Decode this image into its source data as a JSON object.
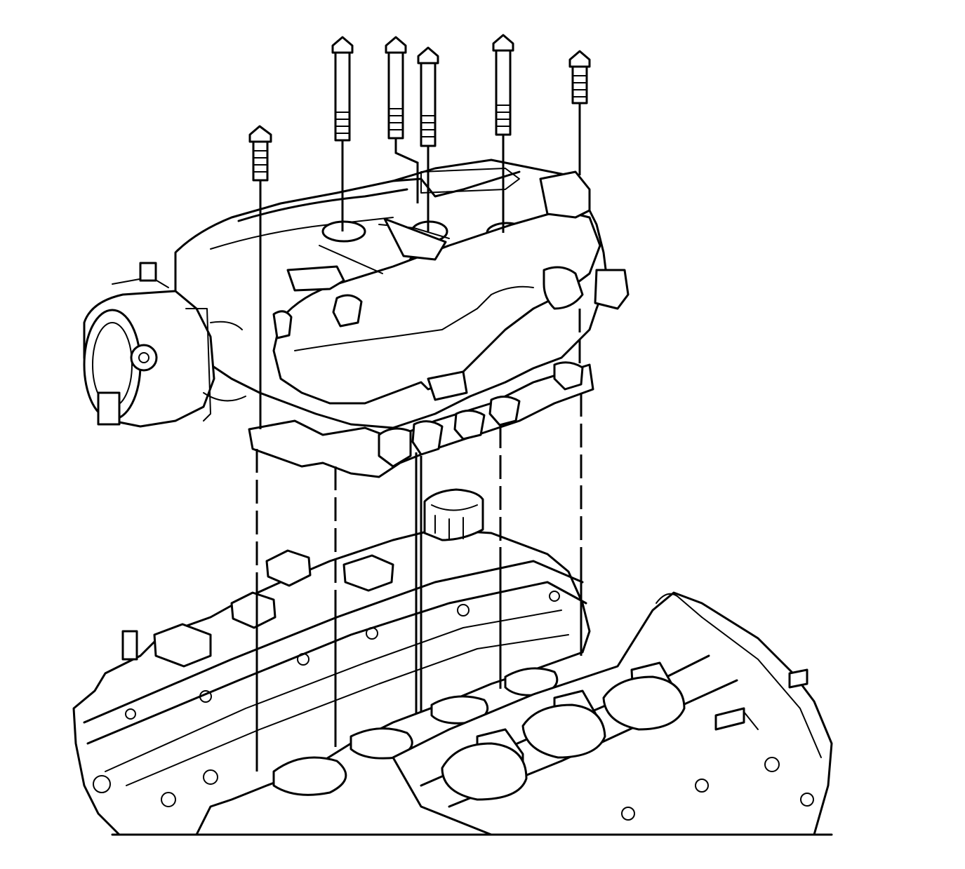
{
  "figure": {
    "type": "exploded-assembly-line-drawing"
  },
  "colors": {
    "ink": "#000000",
    "paper": "#ffffff"
  },
  "components": [
    {
      "id": "intake-manifold",
      "icon": "manifold-outline"
    },
    {
      "id": "throttle-body",
      "icon": "throttle-body-outline"
    },
    {
      "id": "cylinder-head",
      "icon": "engine-head-outline"
    },
    {
      "id": "ignition-coils",
      "icon": "coil-outline"
    },
    {
      "id": "oil-filler-cap",
      "icon": "cap-outline"
    }
  ],
  "bolts": [
    {
      "id": "bolt-1",
      "guide": "dashed"
    },
    {
      "id": "bolt-2",
      "guide": "dashed"
    },
    {
      "id": "bolt-3",
      "guide": "solid"
    },
    {
      "id": "bolt-4",
      "guide": "solid"
    },
    {
      "id": "bolt-5",
      "guide": "dashed"
    },
    {
      "id": "bolt-6",
      "guide": "dashed"
    }
  ]
}
